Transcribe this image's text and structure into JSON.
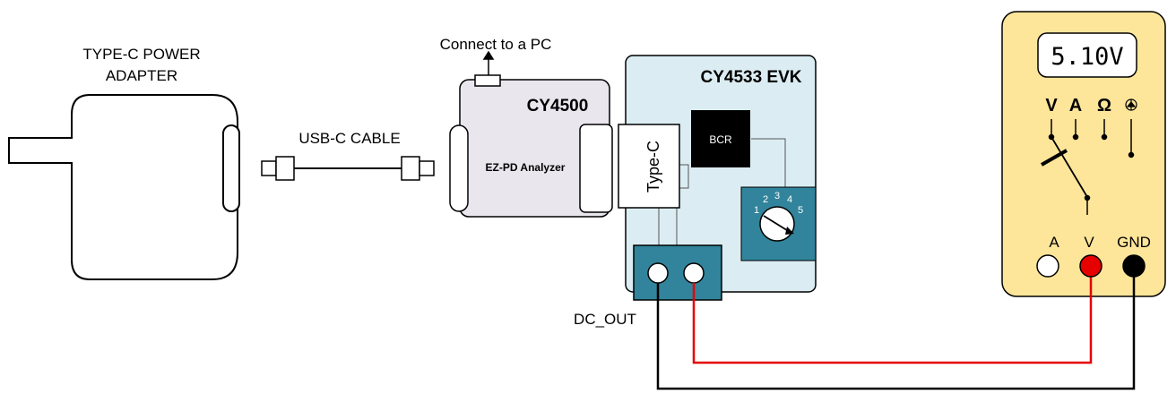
{
  "adapter": {
    "line1": "TYPE-C POWER",
    "line2": "ADAPTER"
  },
  "cable": {
    "label": "USB-C CABLE"
  },
  "analyzer": {
    "pc_label": "Connect to a PC",
    "title": "CY4500",
    "subtitle": "EZ-PD Analyzer"
  },
  "evk": {
    "title": "CY4533 EVK",
    "chip": "BCR",
    "port": "Type-C",
    "dial_numbers": [
      "1",
      "2",
      "3",
      "4",
      "5"
    ],
    "dc_out": "DC_OUT"
  },
  "meter": {
    "reading": "5.10V",
    "modes": [
      "V",
      "A",
      "Ω"
    ],
    "terminals": [
      "A",
      "V",
      "GND"
    ]
  },
  "colors": {
    "evk_fill": "#dbedf2",
    "analyzer_fill": "#e9e6ee",
    "teal": "#31849b",
    "meter_fill": "#fde59a",
    "probe_red": "#e60000"
  }
}
